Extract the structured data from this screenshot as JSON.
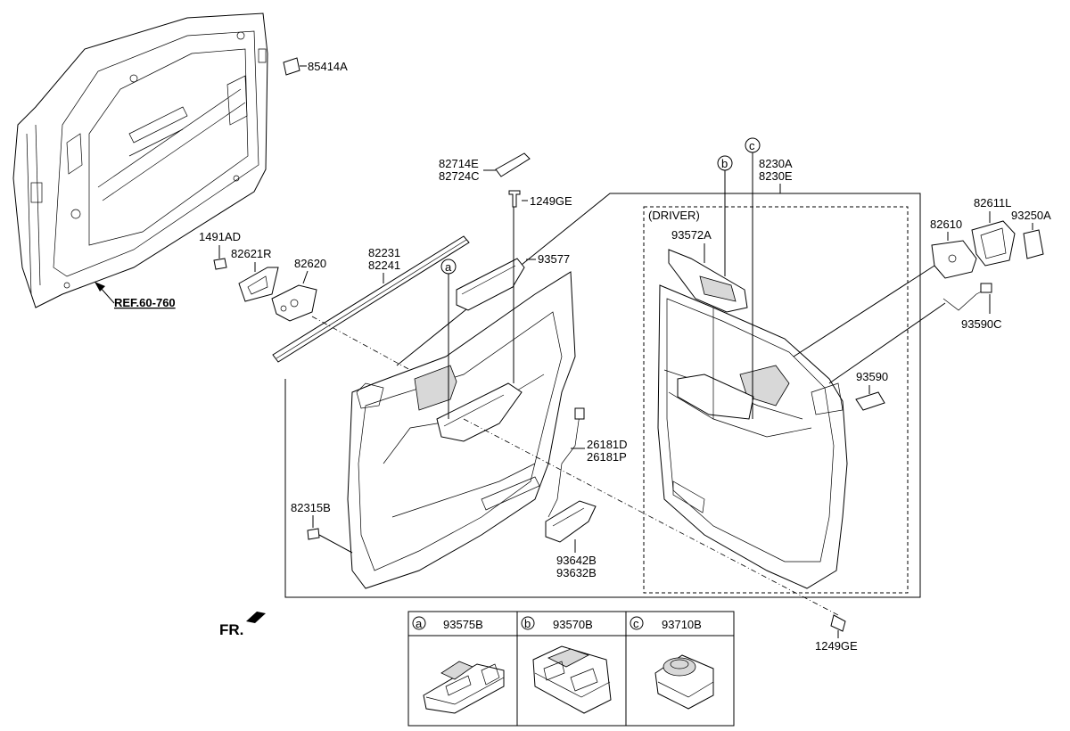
{
  "labels": {
    "p85414A": "85414A",
    "ref": "REF.60-760",
    "p1491AD": "1491AD",
    "p82621R": "82621R",
    "p82620": "82620",
    "p82231": "82231",
    "p82241": "82241",
    "p82714E": "82714E",
    "p82724C": "82724C",
    "p1249GE_top": "1249GE",
    "p93577": "93577",
    "callout_a": "a",
    "callout_b": "b",
    "callout_c": "c",
    "p8230A": "8230A",
    "p8230E": "8230E",
    "driver": "(DRIVER)",
    "p93572A": "93572A",
    "p82610": "82610",
    "p82611L": "82611L",
    "p93250A": "93250A",
    "p93590C": "93590C",
    "p93590": "93590",
    "p26181D": "26181D",
    "p26181P": "26181P",
    "p82315B": "82315B",
    "p93642B": "93642B",
    "p93632B": "93632B",
    "p1249GE_bottom": "1249GE",
    "fr": "FR."
  },
  "legend": {
    "a": {
      "key": "a",
      "part": "93575B"
    },
    "b": {
      "key": "b",
      "part": "93570B"
    },
    "c": {
      "key": "c",
      "part": "93710B"
    }
  }
}
